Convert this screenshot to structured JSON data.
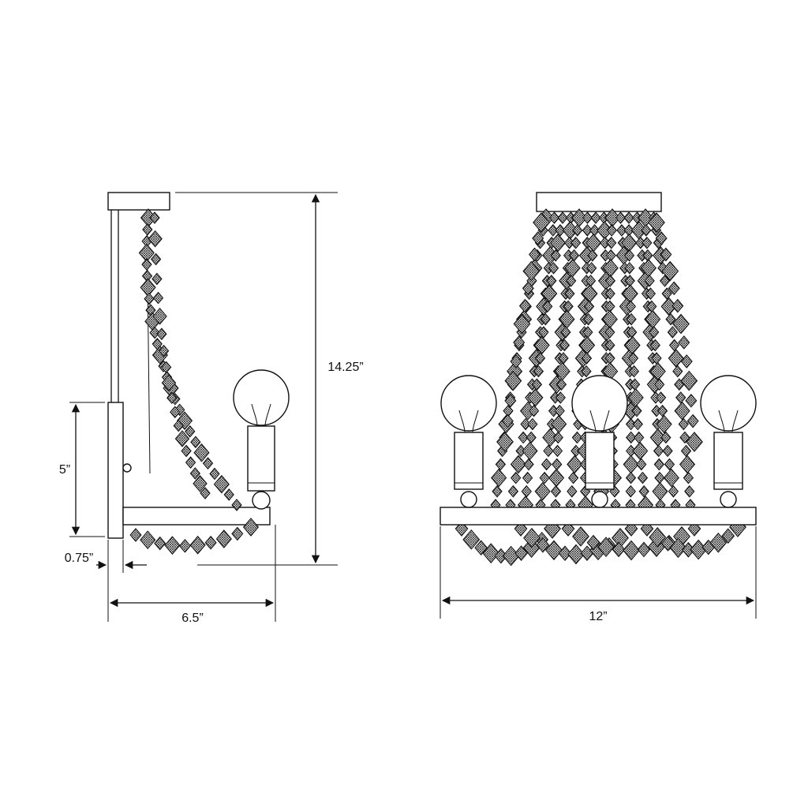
{
  "dimensions": {
    "height": "14.25”",
    "backplate": "5”",
    "offset": "0.75”",
    "depth": "6.5”",
    "width": "12”"
  },
  "views": [
    "side-view",
    "front-view"
  ],
  "line_color": "#111111",
  "background": "#ffffff"
}
